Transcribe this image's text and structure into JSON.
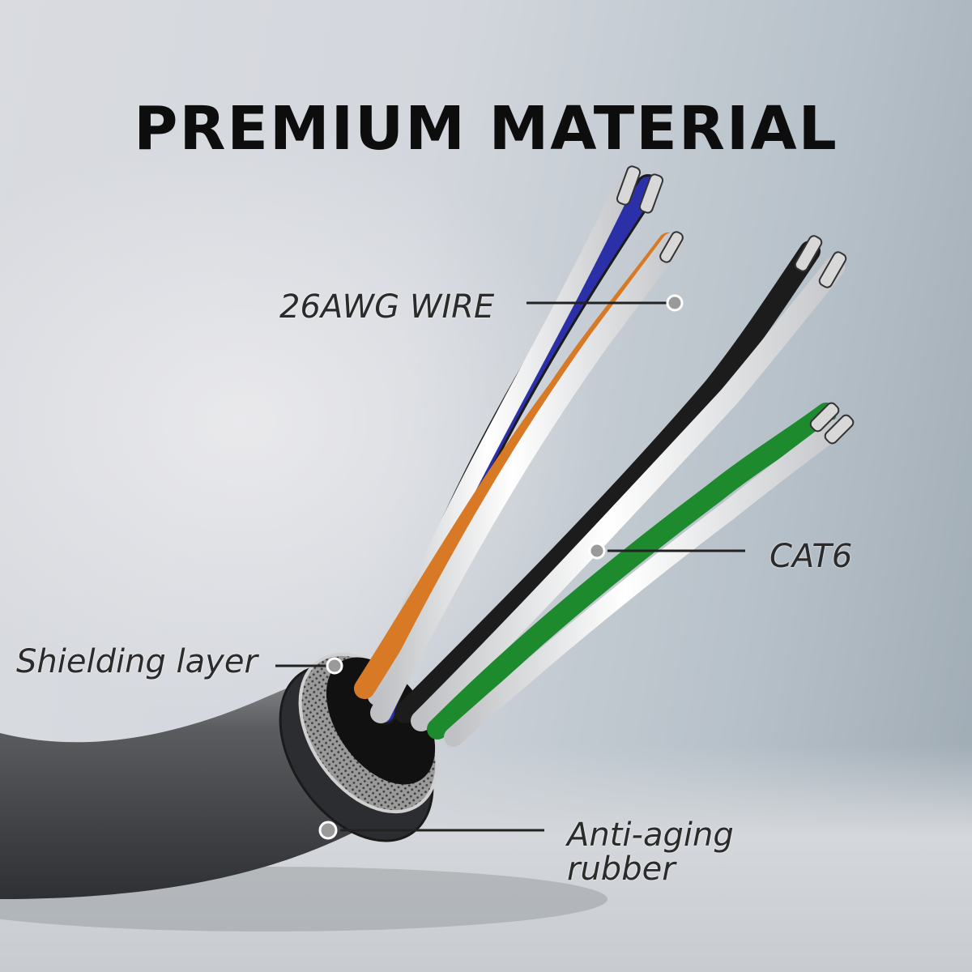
{
  "title": "PREMIUM MATERIAL",
  "callouts": {
    "wire": "26AWG WIRE",
    "category": "CAT6",
    "shielding": "Shielding layer",
    "jacket_line1": "Anti-aging",
    "jacket_line2": "rubber"
  },
  "colors": {
    "background_left": "#e6e7ea",
    "background_right": "#9eaab3",
    "jacket": "#4a4c4f",
    "blue_pair": "#2b2fa8",
    "orange_pair": "#d87a25",
    "black_pair": "#1c1c1c",
    "green_pair": "#1e8a2e",
    "white_wire": "#f2f2f2",
    "title_text": "#0d0d0d"
  },
  "subject": {
    "product": "Ethernet cable cross-section",
    "pairs": [
      "blue/white",
      "orange/white",
      "black/white",
      "green/white"
    ]
  }
}
